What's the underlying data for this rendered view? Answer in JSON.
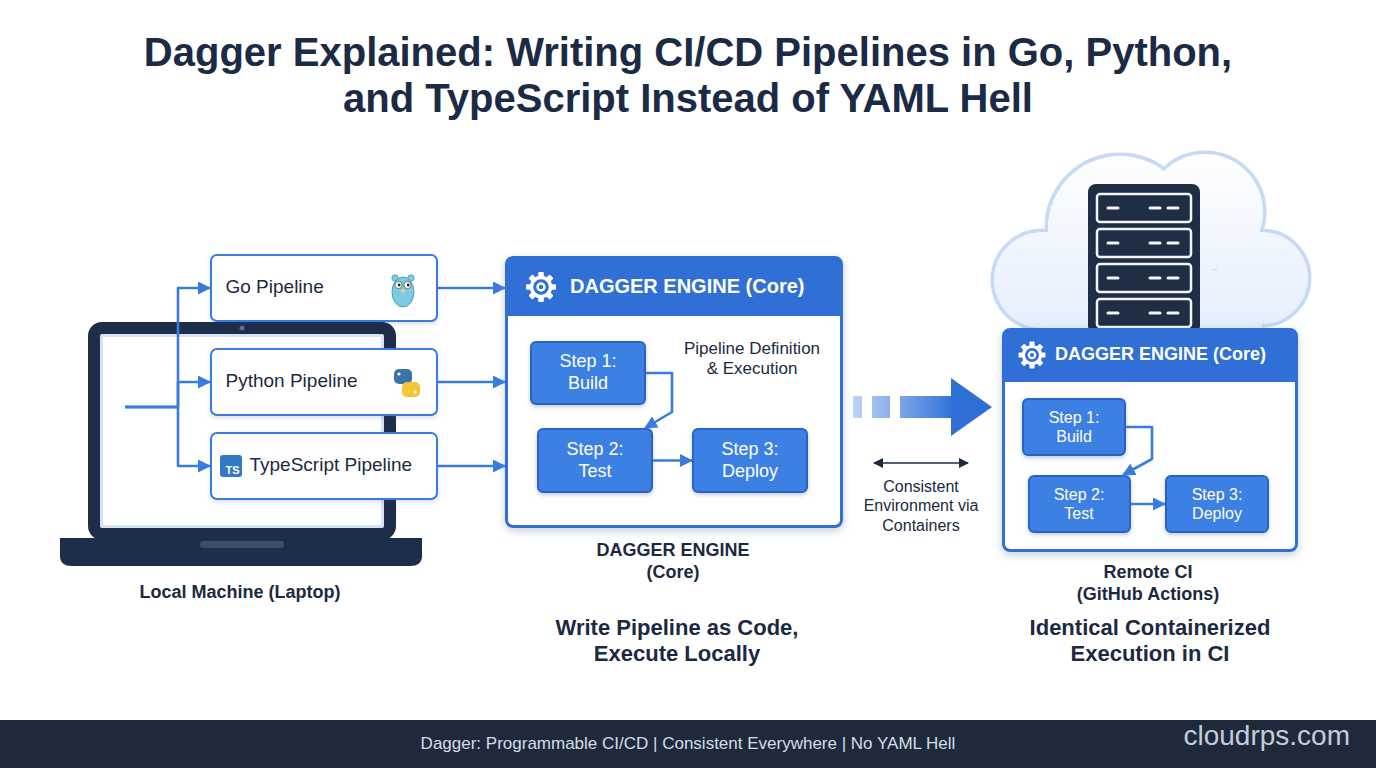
{
  "diagram": {
    "title": "Dagger Explained: Writing CI/CD Pipelines in Go, Python, and TypeScript Instead of YAML Hell",
    "nodes": [
      {
        "text": [
          "Local Machine (Laptop)"
        ]
      },
      {
        "text": [
          "Go Pipeline"
        ]
      },
      {
        "text": [
          "Python Pipeline"
        ]
      },
      {
        "text": [
          "TS",
          "TypeScript Pipeline"
        ]
      },
      {
        "text": [
          "DAGGER ENGINE (Core)",
          "Pipeline Definition & Execution",
          "DAGGER ENGINE (Core)"
        ]
      },
      {
        "text": [
          "Step 1: Build"
        ],
        "in": 4
      },
      {
        "text": [
          "Step 2: Test"
        ],
        "in": 4
      },
      {
        "text": [
          "Step 3: Deploy"
        ],
        "in": 4
      },
      {
        "text": [
          "DAGGER ENGINE (Core)",
          "Remote CI (GitHub Actions)"
        ]
      },
      {
        "text": [
          "Step 1: Build"
        ],
        "in": 8
      },
      {
        "text": [
          "Step 2: Test"
        ],
        "in": 8
      },
      {
        "text": [
          "Step 3: Deploy"
        ],
        "in": 8
      }
    ],
    "edges": [
      {
        "from": 0,
        "to": 1,
        "arrow": "to"
      },
      {
        "from": 0,
        "to": 2,
        "arrow": "to"
      },
      {
        "from": 0,
        "to": 3,
        "arrow": "to"
      },
      {
        "from": 1,
        "to": 4,
        "arrow": "to"
      },
      {
        "from": 2,
        "to": 4,
        "arrow": "to"
      },
      {
        "from": 3,
        "to": 4,
        "arrow": "to"
      },
      {
        "from": 5,
        "to": 6,
        "arrow": "to"
      },
      {
        "from": 6,
        "to": 7,
        "arrow": "to"
      },
      {
        "from": 4,
        "to": 8,
        "arrow": "to"
      },
      {
        "from": 9,
        "to": 10,
        "arrow": "to"
      },
      {
        "from": 10,
        "to": 11,
        "arrow": "to"
      }
    ],
    "labels": [
      "Consistent Environment via Containers",
      "Write Pipeline as Code, Execute Locally",
      "Identical Containerized Execution in CI",
      "Dagger: Programmable CI/CD | Consistent Everywhere | No YAML Hell",
      "cloudrps.com"
    ]
  }
}
